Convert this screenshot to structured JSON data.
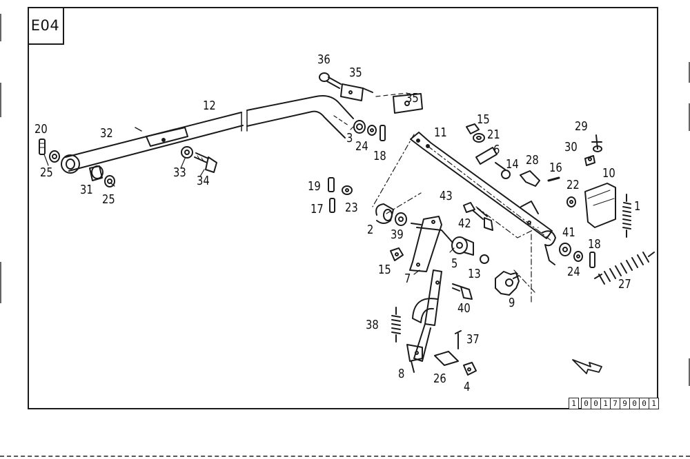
{
  "sheet": {
    "code": "E04",
    "serial_digits": [
      "1",
      "0",
      "0",
      "1",
      "7",
      "9",
      "0",
      "0",
      "1"
    ]
  },
  "callouts": {
    "c1": "1",
    "c2": "2",
    "c3": "3",
    "c4": "4",
    "c5": "5",
    "c6": "6",
    "c7": "7",
    "c8": "8",
    "c9": "9",
    "c10": "10",
    "c11": "11",
    "c12": "12",
    "c13": "13",
    "c14": "14",
    "c15a": "15",
    "c15b": "15",
    "c16": "16",
    "c17": "17",
    "c18a": "18",
    "c18b": "18",
    "c19": "19",
    "c20": "20",
    "c21": "21",
    "c22": "22",
    "c23": "23",
    "c24a": "24",
    "c24b": "24",
    "c25a": "25",
    "c25b": "25",
    "c26": "26",
    "c27": "27",
    "c28": "28",
    "c29": "29",
    "c30": "30",
    "c31": "31",
    "c32": "32",
    "c33": "33",
    "c34": "34",
    "c35a": "35",
    "c35b": "35",
    "c36": "36",
    "c37": "37",
    "c38": "38",
    "c39": "39",
    "c40": "40",
    "c41": "41",
    "c42": "42",
    "c43": "43"
  }
}
